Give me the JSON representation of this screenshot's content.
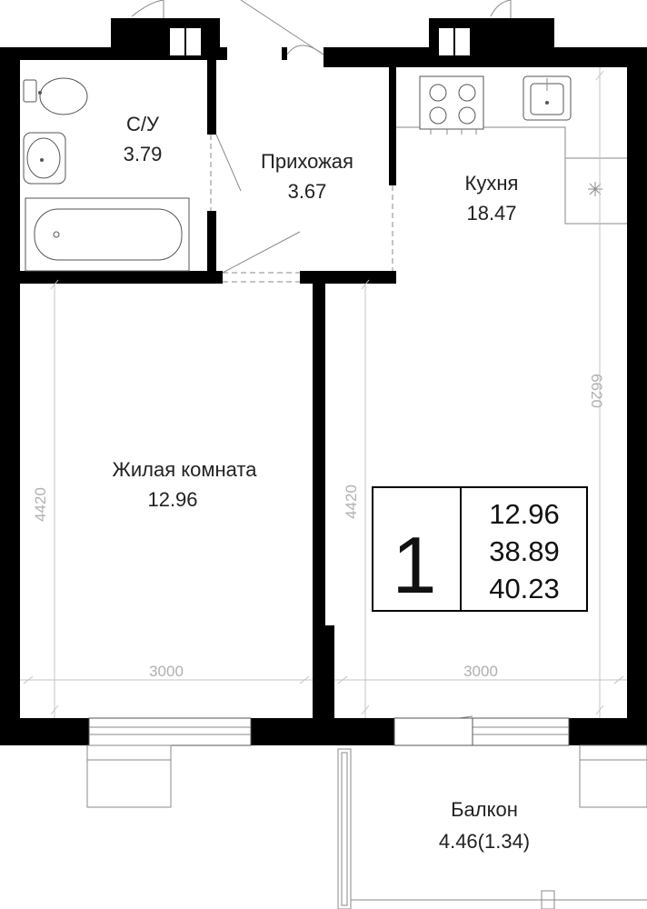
{
  "rooms": {
    "bathroom": {
      "name": "С/У",
      "area": "3.79"
    },
    "hallway": {
      "name": "Прихожая",
      "area": "3.67"
    },
    "kitchen": {
      "name": "Кухня",
      "area": "18.47"
    },
    "living": {
      "name": "Жилая комната",
      "area": "12.96"
    },
    "balcony": {
      "name": "Балкон",
      "area": "4.46(1.34)"
    }
  },
  "dimensions": {
    "living_height": "4420",
    "living_width": "3000",
    "kitchen_height": "6620",
    "kitchen_lower_height": "4420",
    "kitchen_width": "3000"
  },
  "summary": {
    "rooms_count": "1",
    "living_area": "12.96",
    "total_area": "38.89",
    "total_with_balcony": "40.23"
  },
  "colors": {
    "wall": "#000000",
    "dimension": "#b0b0b0",
    "text": "#222222"
  }
}
